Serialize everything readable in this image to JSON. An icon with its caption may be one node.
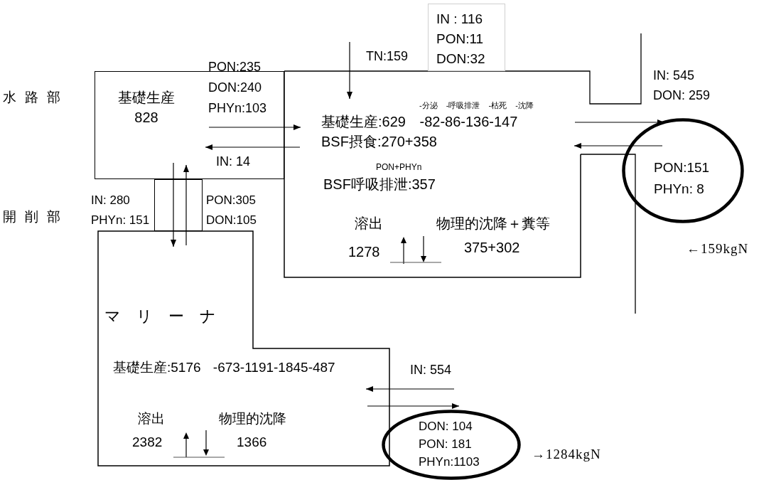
{
  "diagram": {
    "nodes": [
      {
        "text": [
          "基礎生産",
          "828"
        ]
      },
      {
        "text": [
          "-分泌 -呼吸排泄 -枯死 -沈降",
          "基礎生産:629 -82-86-136-147",
          "BSF摂食:270+358",
          "PON+PHYn",
          "BSF呼吸排泄:357",
          "溶出",
          "物理的沈降＋糞等",
          "1278",
          "375+302"
        ]
      },
      {
        "text": [
          "IN : 116",
          "PON:11",
          "DON:32"
        ]
      },
      {
        "text": [],
        "shape": "box"
      },
      {
        "text": [
          "マリーナ",
          "基礎生産:5176 -673-1191-1845-487",
          "溶出",
          "物理的沈降",
          "2382",
          "1366"
        ]
      },
      {
        "text": [
          "PON:151",
          "PHYn: 8"
        ]
      },
      {
        "text": [
          "DON: 104",
          "PON: 181",
          "PHYn:1103"
        ]
      }
    ],
    "edges": [
      {
        "from": null,
        "to": 1,
        "arrow": "to",
        "label": "TN:159"
      },
      {
        "from": 0,
        "to": 1,
        "arrow": "to",
        "label": "PON:235 DON:240 PHYn:103"
      },
      {
        "from": 1,
        "to": 0,
        "arrow": "to",
        "label": "IN: 14"
      },
      {
        "from": 0,
        "to": 3,
        "arrow": "none"
      },
      {
        "from": 3,
        "to": 4,
        "arrow": "to",
        "label": "IN: 280 PHYn: 151"
      },
      {
        "from": 4,
        "to": 3,
        "arrow": "none"
      },
      {
        "from": 3,
        "to": 0,
        "arrow": "to",
        "label": "PON:305 DON:105"
      },
      {
        "from": null,
        "to": 4,
        "arrow": "to",
        "label": "IN: 554"
      },
      {
        "from": 4,
        "to": 6,
        "arrow": "to"
      },
      {
        "from": 1,
        "to": 5,
        "arrow": "to",
        "label": "IN: 545 DON: 259"
      },
      {
        "from": 5,
        "to": 1,
        "arrow": "to"
      }
    ],
    "labels": [
      "水路部",
      "開削部",
      "←159kgN",
      "→1284kgN"
    ]
  }
}
